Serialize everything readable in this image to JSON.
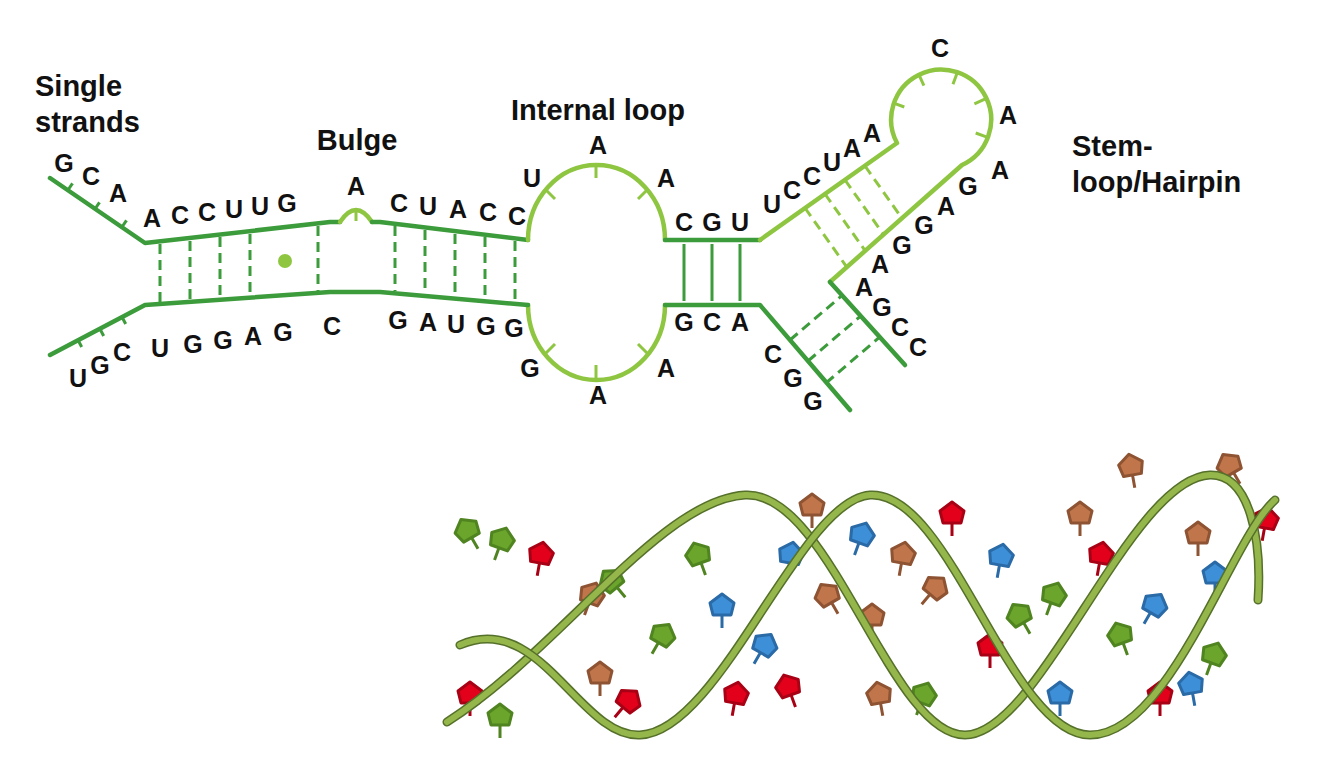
{
  "diagram": {
    "labels": [
      "Single strands",
      "Bulge",
      "Internal loop",
      "Stem- loop/Hairpin",
      "G",
      "C",
      "A",
      "A",
      "C",
      "C",
      "U",
      "U",
      "G",
      "A",
      "C",
      "U",
      "A",
      "C",
      "C",
      "U",
      "A",
      "A",
      "C",
      "G",
      "U",
      "U",
      "C",
      "C",
      "U",
      "A",
      "A",
      "C",
      "A",
      "A",
      "G",
      "A",
      "G",
      "G",
      "A",
      "A",
      "G",
      "C",
      "C",
      "C",
      "G",
      "G",
      "G",
      "C",
      "A",
      "G",
      "A",
      "A",
      "G",
      "A",
      "U",
      "G",
      "G",
      "U",
      "G",
      "C",
      "U",
      "G",
      "G",
      "A",
      "G",
      "C"
    ]
  }
}
